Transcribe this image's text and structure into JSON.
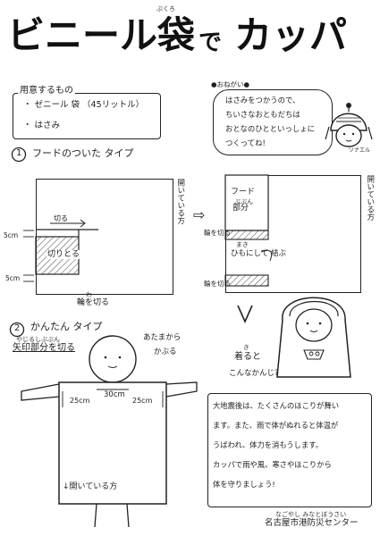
{
  "title": {
    "main": "ビニール袋",
    "de": "で",
    "kappa": "カッパ",
    "ruby_fukuro": "ぶくろ"
  },
  "materials": {
    "heading": "用意するもの",
    "items": [
      "・ ゼニール 袋 （45リットル）",
      "・ はさみ"
    ]
  },
  "speech": {
    "speaker_tag": "●おねがい●",
    "lines": [
      "はさみをつかうので、",
      "ちいさなおともだちは",
      "おとなのひとといっしょに",
      "つくってね!"
    ],
    "character_name": "ソナエル"
  },
  "section1": {
    "number": "1",
    "heading": "フードのついた タイプ",
    "side_label_a": "開いている方",
    "side_label_b": "開いている方",
    "cut_arrow_label": "切る",
    "cut_area_label": "切りとる",
    "dim_top": "5cm",
    "dim_bottom": "5cm",
    "ring_cut": "輪を切る",
    "ruby_wa": "わ",
    "hood_label": "フード",
    "hood_part_ruby": "ぶぶん",
    "hood_part": "部分",
    "ring_cut_top": "輪を切る",
    "ring_cut_bottom": "輪を切る",
    "tie_top": "まき",
    "tie_label": "ひもにして 結ぶ",
    "arrow_symbol": "⇨"
  },
  "section2": {
    "number": "2",
    "heading": "かんたん タイプ",
    "sub_ruby": "やじるしぶぶん",
    "sub_heading": "矢印部分を切る",
    "head_note_1": "あたまから",
    "head_note_2": "かぶる",
    "dim_left": "25cm",
    "dim_center": "30cm",
    "dim_right": "25cm",
    "open_side": "↓開いている方"
  },
  "wear": {
    "ruby": "き",
    "line1": "着ると",
    "line2": "こんなかんじ?"
  },
  "note": {
    "lines": [
      "大地震後は、たくさんのほこりが舞い",
      "ます。また、雨で体がぬれると体温が",
      "うばわれ、体力を消もうします。",
      "カッパで雨や風、寒さやほこりから",
      "体を守りましょう!"
    ],
    "org_ruby": "なごやし みなとぼうさい",
    "org": "名古屋市港防災センター"
  }
}
